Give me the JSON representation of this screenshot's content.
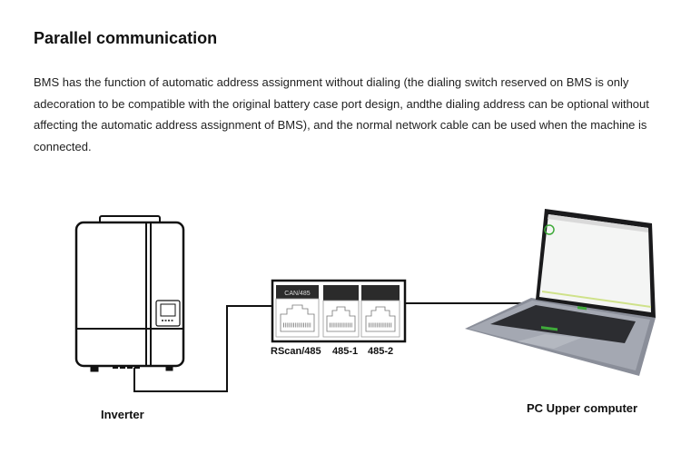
{
  "heading": "Parallel communication",
  "paragraph_lines": [
    "BMS has the function of automatic address assignment without dialing (the dialing switch reserved on BMS is only",
    "adecoration to be compatible with the original battery case port design, andthe dialing address can be optional without",
    "affecting the automatic address assignment of BMS), and the normal network cable can be used when the machine is",
    "connected."
  ],
  "diagram": {
    "inverter_label": "Inverter",
    "pc_label": "PC Upper computer",
    "ports": [
      {
        "top_label": "CAN/485",
        "bottom_label": "RScan/485"
      },
      {
        "top_label": "",
        "bottom_label": "485-1"
      },
      {
        "top_label": "",
        "bottom_label": "485-2"
      }
    ],
    "port_pin_text": "12345678"
  }
}
